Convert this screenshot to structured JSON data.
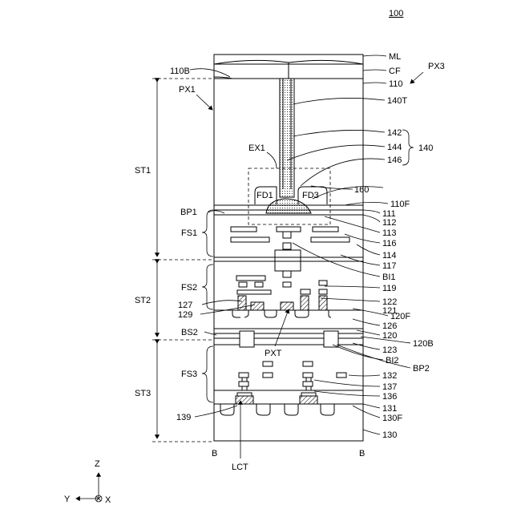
{
  "figure_number": "100",
  "stack_labels": [
    "ST1",
    "ST2",
    "ST3"
  ],
  "labels": {
    "ML": "ML",
    "CF": "CF",
    "PX3": "PX3",
    "L110B": "110B",
    "L110": "110",
    "PX1": "PX1",
    "L140T": "140T",
    "L142": "142",
    "L144": "144",
    "L146": "146",
    "L140": "140",
    "EX1": "EX1",
    "L160": "160",
    "FD1": "FD1",
    "FD3": "FD3",
    "L110F": "110F",
    "BP1": "BP1",
    "L111": "111",
    "L112": "112",
    "L113": "113",
    "FS1": "FS1",
    "L116": "116",
    "L114": "114",
    "L117": "117",
    "BI1": "BI1",
    "FS2": "FS2",
    "L119": "119",
    "L122": "122",
    "L127": "127",
    "L121": "121",
    "L129": "129",
    "L120F": "120F",
    "L126": "126",
    "BS2": "BS2",
    "L120": "120",
    "L123": "123",
    "L120B": "120B",
    "PXT": "PXT",
    "BI2": "BI2",
    "BP2": "BP2",
    "FS3": "FS3",
    "L132": "132",
    "L137": "137",
    "L136": "136",
    "L131": "131",
    "L139": "139",
    "L130F": "130F",
    "L130": "130",
    "B_left": "B",
    "B_right": "B",
    "LCT": "LCT"
  },
  "axes": {
    "z": "Z",
    "y": "Y",
    "x": "X"
  }
}
